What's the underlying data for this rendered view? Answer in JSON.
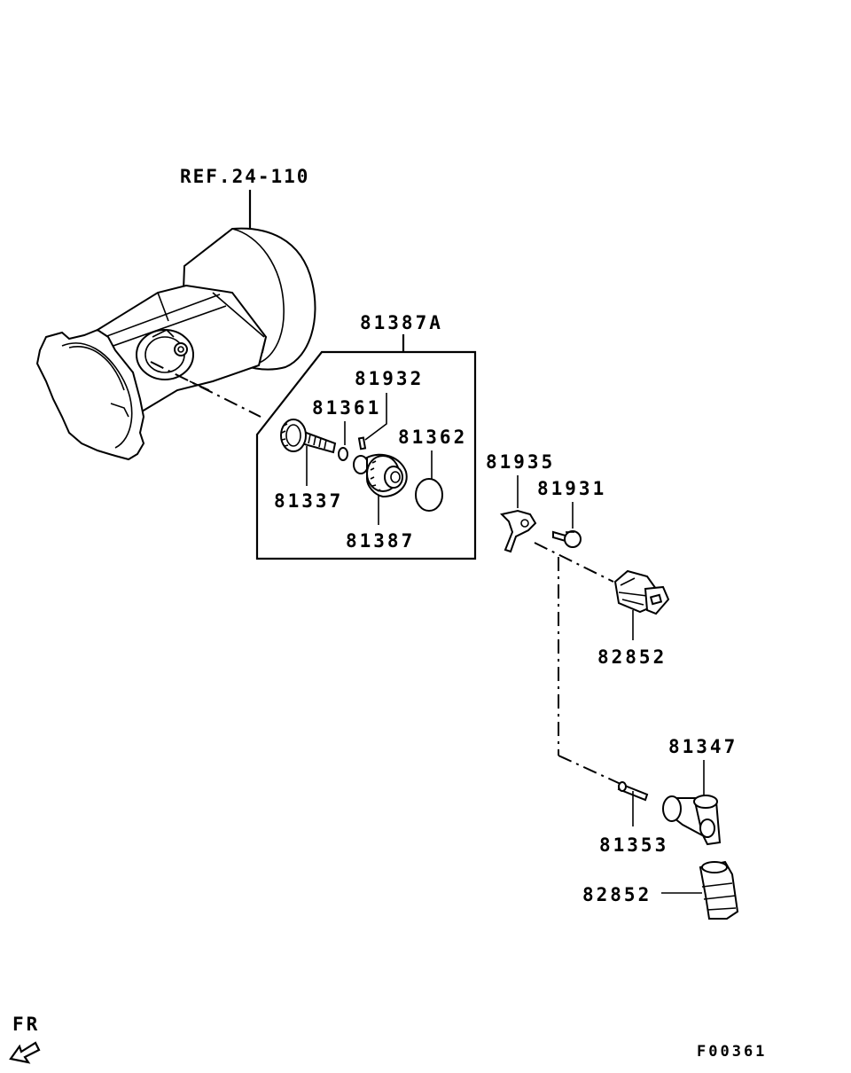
{
  "diagram": {
    "labels": {
      "ref": "REF.24-110",
      "kit": "81387A",
      "p81932": "81932",
      "p81361": "81361",
      "p81362": "81362",
      "p81337": "81337",
      "p81387": "81387",
      "p81935": "81935",
      "p81931": "81931",
      "p82852a": "82852",
      "p81347": "81347",
      "p81353": "81353",
      "p82852b": "82852"
    },
    "direction": "FR",
    "figure_code": "F00361"
  }
}
